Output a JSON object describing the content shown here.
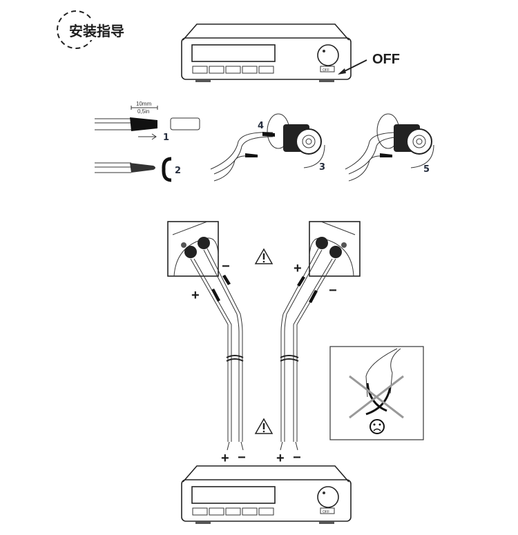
{
  "title": "安装指导",
  "amplifier": {
    "power_label": "OFF",
    "button_label": "OFF"
  },
  "steps": {
    "strip_length_mm": "10mm",
    "strip_length_in": "0,5in",
    "step1": "1",
    "step2": "2",
    "step3": "3",
    "step4": "4",
    "step5": "5"
  },
  "polarity": {
    "plus": "+",
    "minus": "−"
  },
  "icons": {
    "warning": "warning-triangle-icon",
    "sad": "sad-face-icon"
  }
}
